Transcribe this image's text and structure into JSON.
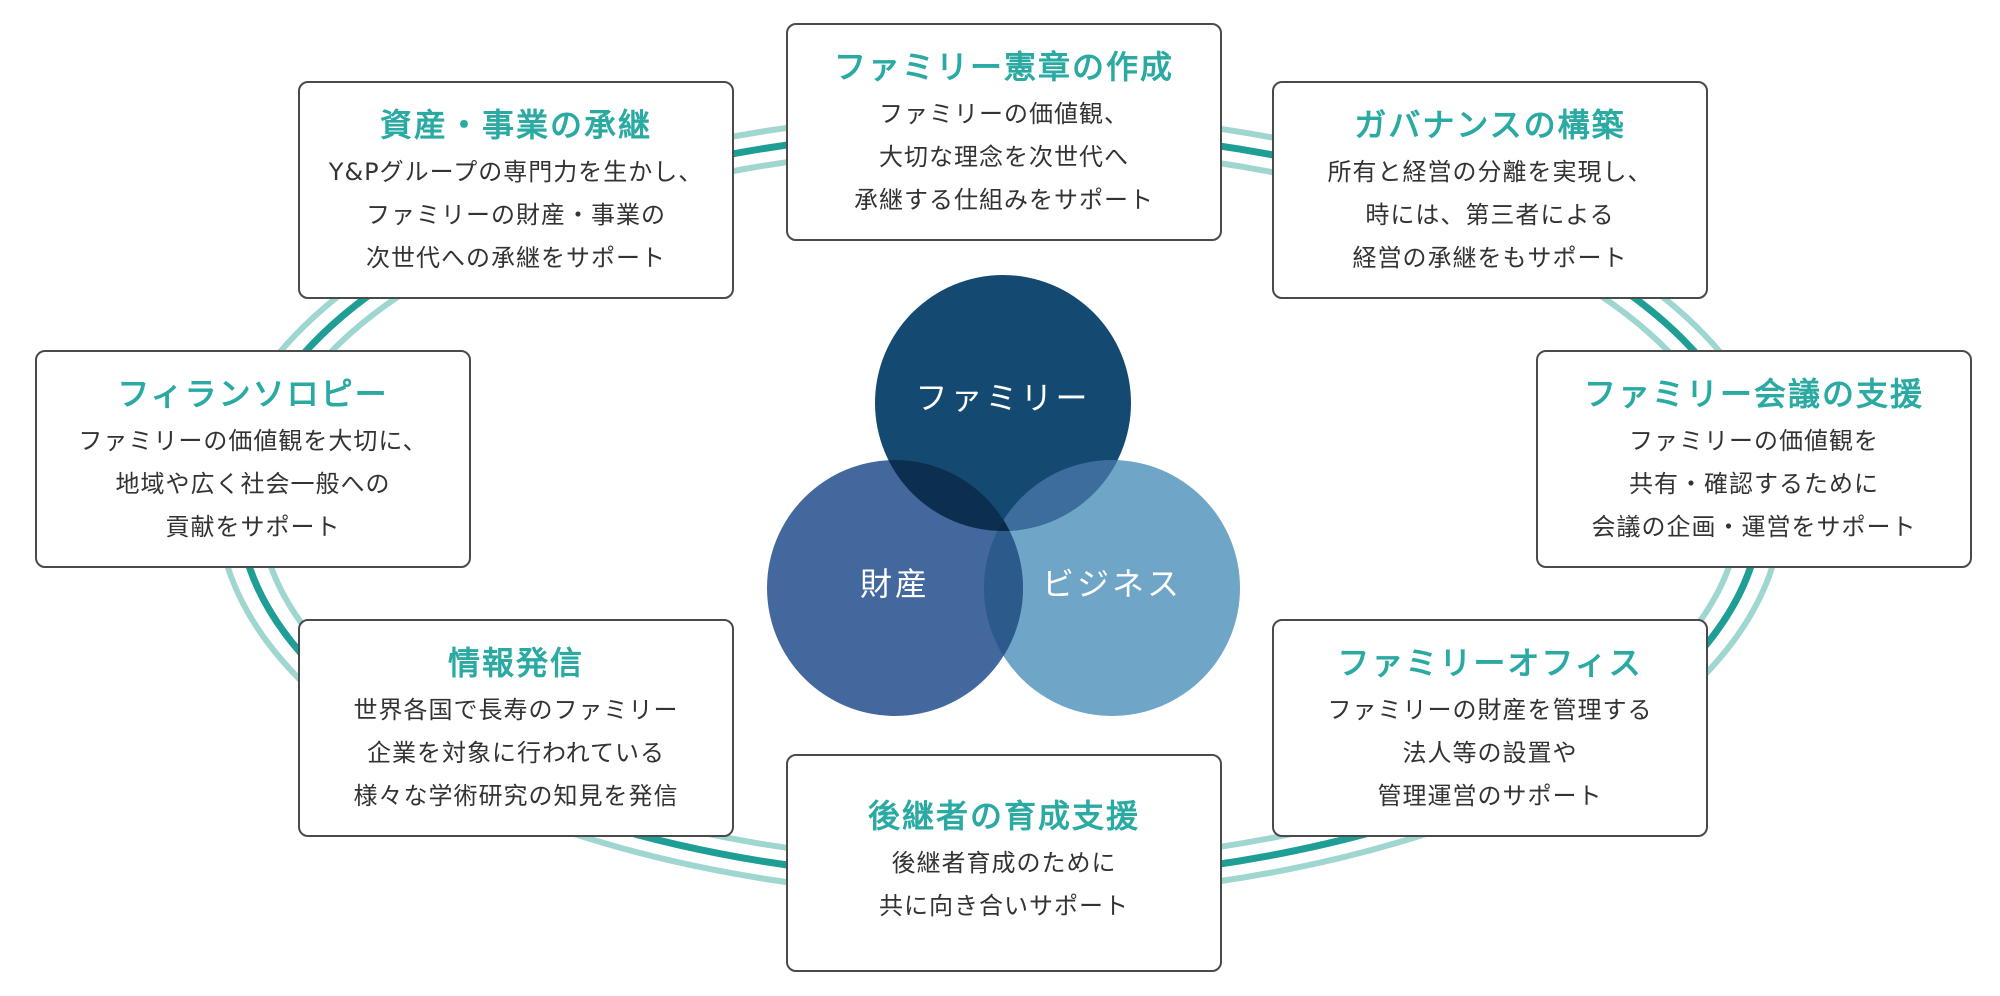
{
  "colors": {
    "accent_teal": "#2aaaa3",
    "ring_dark": "#1e9e94",
    "ring_light": "#9fd6d0",
    "card_border": "#4a4a4a",
    "circle_family": "#144a72",
    "circle_assets": "#43689e",
    "circle_business": "#6fa5c6"
  },
  "center": {
    "family": "ファミリー",
    "assets": "財産",
    "business": "ビジネス"
  },
  "cards": [
    {
      "key": "charter",
      "title": "ファミリー憲章の作成",
      "lines": [
        "ファミリーの価値観、",
        "大切な理念を次世代へ",
        "承継する仕組みをサポート"
      ]
    },
    {
      "key": "succession",
      "title": "資産・事業の承継",
      "lines": [
        "Y&Pグループの専門力を生かし、",
        "ファミリーの財産・事業の",
        "次世代への承継をサポート"
      ]
    },
    {
      "key": "governance",
      "title": "ガバナンスの構築",
      "lines": [
        "所有と経営の分離を実現し、",
        "時には、第三者による",
        "経営の承継をもサポート"
      ]
    },
    {
      "key": "philanthropy",
      "title": "フィランソロピー",
      "lines": [
        "ファミリーの価値観を大切に、",
        "地域や広く社会一般への",
        "貢献をサポート"
      ]
    },
    {
      "key": "meeting",
      "title": "ファミリー会議の支援",
      "lines": [
        "ファミリーの価値観を",
        "共有・確認するために",
        "会議の企画・運営をサポート"
      ]
    },
    {
      "key": "info",
      "title": "情報発信",
      "lines": [
        "世界各国で長寿のファミリー",
        "企業を対象に行われている",
        "様々な学術研究の知見を発信"
      ]
    },
    {
      "key": "office",
      "title": "ファミリーオフィス",
      "lines": [
        "ファミリーの財産を管理する",
        "法人等の設置や",
        "管理運営のサポート"
      ]
    },
    {
      "key": "successor",
      "title": "後継者の育成支援",
      "lines": [
        "後継者育成のために",
        "共に向き合いサポート"
      ]
    }
  ]
}
